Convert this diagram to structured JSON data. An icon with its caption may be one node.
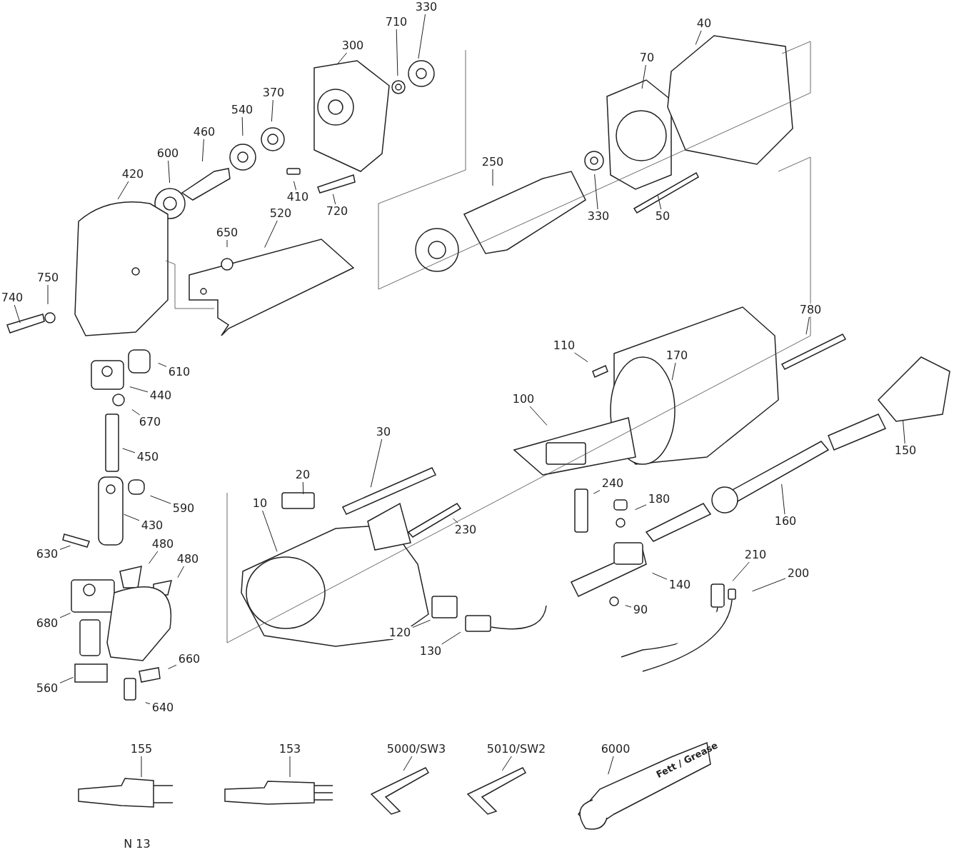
{
  "diagram": {
    "nodes": [
      {
        "text": [
          "330"
        ]
      },
      {
        "text": [
          "710"
        ]
      },
      {
        "text": [
          "300"
        ]
      },
      {
        "text": [
          "370"
        ]
      },
      {
        "text": [
          "540"
        ]
      },
      {
        "text": [
          "460"
        ]
      },
      {
        "text": [
          "600"
        ]
      },
      {
        "text": [
          "420"
        ]
      },
      {
        "text": [
          "410"
        ]
      },
      {
        "text": [
          "720"
        ]
      },
      {
        "text": [
          "250"
        ]
      },
      {
        "text": [
          "40"
        ]
      },
      {
        "text": [
          "70"
        ]
      },
      {
        "text": [
          "330"
        ]
      },
      {
        "text": [
          "50"
        ]
      },
      {
        "text": [
          "650"
        ]
      },
      {
        "text": [
          "520"
        ]
      },
      {
        "text": [
          "750"
        ]
      },
      {
        "text": [
          "740"
        ]
      },
      {
        "text": [
          "610"
        ]
      },
      {
        "text": [
          "440"
        ]
      },
      {
        "text": [
          "670"
        ]
      },
      {
        "text": [
          "450"
        ]
      },
      {
        "text": [
          "590"
        ]
      },
      {
        "text": [
          "430"
        ]
      },
      {
        "text": [
          "630"
        ]
      },
      {
        "text": [
          "480"
        ]
      },
      {
        "text": [
          "480"
        ]
      },
      {
        "text": [
          "680"
        ]
      },
      {
        "text": [
          "560"
        ]
      },
      {
        "text": [
          "660"
        ]
      },
      {
        "text": [
          "640"
        ]
      },
      {
        "text": [
          "170"
        ]
      },
      {
        "text": [
          "780"
        ]
      },
      {
        "text": [
          "110"
        ]
      },
      {
        "text": [
          "100"
        ]
      },
      {
        "text": [
          "150"
        ]
      },
      {
        "text": [
          "240"
        ]
      },
      {
        "text": [
          "180"
        ]
      },
      {
        "text": [
          "160"
        ]
      },
      {
        "text": [
          "140"
        ]
      },
      {
        "text": [
          "210"
        ]
      },
      {
        "text": [
          "200"
        ]
      },
      {
        "text": [
          "90"
        ]
      },
      {
        "text": [
          "30"
        ]
      },
      {
        "text": [
          "20"
        ]
      },
      {
        "text": [
          "230"
        ]
      },
      {
        "text": [
          "10"
        ]
      },
      {
        "text": [
          "120"
        ]
      },
      {
        "text": [
          "130"
        ]
      },
      {
        "text": [
          "155"
        ]
      },
      {
        "text": [
          "153"
        ]
      },
      {
        "text": [
          "5000/SW3"
        ]
      },
      {
        "text": [
          "5010/SW2"
        ]
      },
      {
        "text": [
          "6000"
        ]
      }
    ],
    "edges": [
      {
        "from": 0,
        "to": null,
        "arrow": "none"
      },
      {
        "from": 1,
        "to": null,
        "arrow": "none"
      },
      {
        "from": 2,
        "to": null,
        "arrow": "none"
      },
      {
        "from": 3,
        "to": null,
        "arrow": "none"
      },
      {
        "from": 4,
        "to": null,
        "arrow": "none"
      },
      {
        "from": 5,
        "to": null,
        "arrow": "none"
      },
      {
        "from": 6,
        "to": null,
        "arrow": "none"
      },
      {
        "from": 7,
        "to": null,
        "arrow": "none"
      },
      {
        "from": 8,
        "to": null,
        "arrow": "none"
      },
      {
        "from": 9,
        "to": null,
        "arrow": "none"
      },
      {
        "from": 10,
        "to": null,
        "arrow": "none"
      },
      {
        "from": 11,
        "to": null,
        "arrow": "none"
      },
      {
        "from": 12,
        "to": null,
        "arrow": "none"
      },
      {
        "from": 13,
        "to": null,
        "arrow": "none"
      },
      {
        "from": 14,
        "to": null,
        "arrow": "none"
      },
      {
        "from": 15,
        "to": null,
        "arrow": "none"
      },
      {
        "from": 16,
        "to": null,
        "arrow": "none"
      },
      {
        "from": 17,
        "to": null,
        "arrow": "none"
      },
      {
        "from": 18,
        "to": null,
        "arrow": "none"
      },
      {
        "from": 19,
        "to": null,
        "arrow": "none"
      },
      {
        "from": 20,
        "to": null,
        "arrow": "none"
      },
      {
        "from": 21,
        "to": null,
        "arrow": "none"
      },
      {
        "from": 22,
        "to": null,
        "arrow": "none"
      },
      {
        "from": 23,
        "to": null,
        "arrow": "none"
      },
      {
        "from": 24,
        "to": null,
        "arrow": "none"
      },
      {
        "from": 25,
        "to": null,
        "arrow": "none"
      },
      {
        "from": 26,
        "to": null,
        "arrow": "none"
      },
      {
        "from": 27,
        "to": null,
        "arrow": "none"
      },
      {
        "from": 28,
        "to": null,
        "arrow": "none"
      },
      {
        "from": 29,
        "to": null,
        "arrow": "none"
      },
      {
        "from": 30,
        "to": null,
        "arrow": "none"
      },
      {
        "from": 31,
        "to": null,
        "arrow": "none"
      },
      {
        "from": 32,
        "to": null,
        "arrow": "none"
      },
      {
        "from": 33,
        "to": null,
        "arrow": "none"
      },
      {
        "from": 34,
        "to": null,
        "arrow": "none"
      },
      {
        "from": 35,
        "to": null,
        "arrow": "none"
      },
      {
        "from": 36,
        "to": null,
        "arrow": "none"
      },
      {
        "from": 37,
        "to": null,
        "arrow": "none"
      },
      {
        "from": 38,
        "to": null,
        "arrow": "none"
      },
      {
        "from": 39,
        "to": null,
        "arrow": "none"
      },
      {
        "from": 40,
        "to": null,
        "arrow": "none"
      },
      {
        "from": 41,
        "to": null,
        "arrow": "none"
      },
      {
        "from": 42,
        "to": null,
        "arrow": "none"
      },
      {
        "from": 43,
        "to": null,
        "arrow": "none"
      },
      {
        "from": 44,
        "to": null,
        "arrow": "none"
      },
      {
        "from": 45,
        "to": null,
        "arrow": "none"
      },
      {
        "from": 46,
        "to": null,
        "arrow": "none"
      },
      {
        "from": 47,
        "to": null,
        "arrow": "none"
      },
      {
        "from": 48,
        "to": null,
        "arrow": "none"
      },
      {
        "from": 49,
        "to": null,
        "arrow": "none"
      },
      {
        "from": 50,
        "to": null,
        "arrow": "none"
      },
      {
        "from": 51,
        "to": null,
        "arrow": "none"
      },
      {
        "from": 52,
        "to": null,
        "arrow": "none"
      },
      {
        "from": 53,
        "to": null,
        "arrow": "none"
      },
      {
        "from": 54,
        "to": null,
        "arrow": "none"
      }
    ],
    "labels": [
      "Fett / Grease",
      "N 13"
    ]
  }
}
